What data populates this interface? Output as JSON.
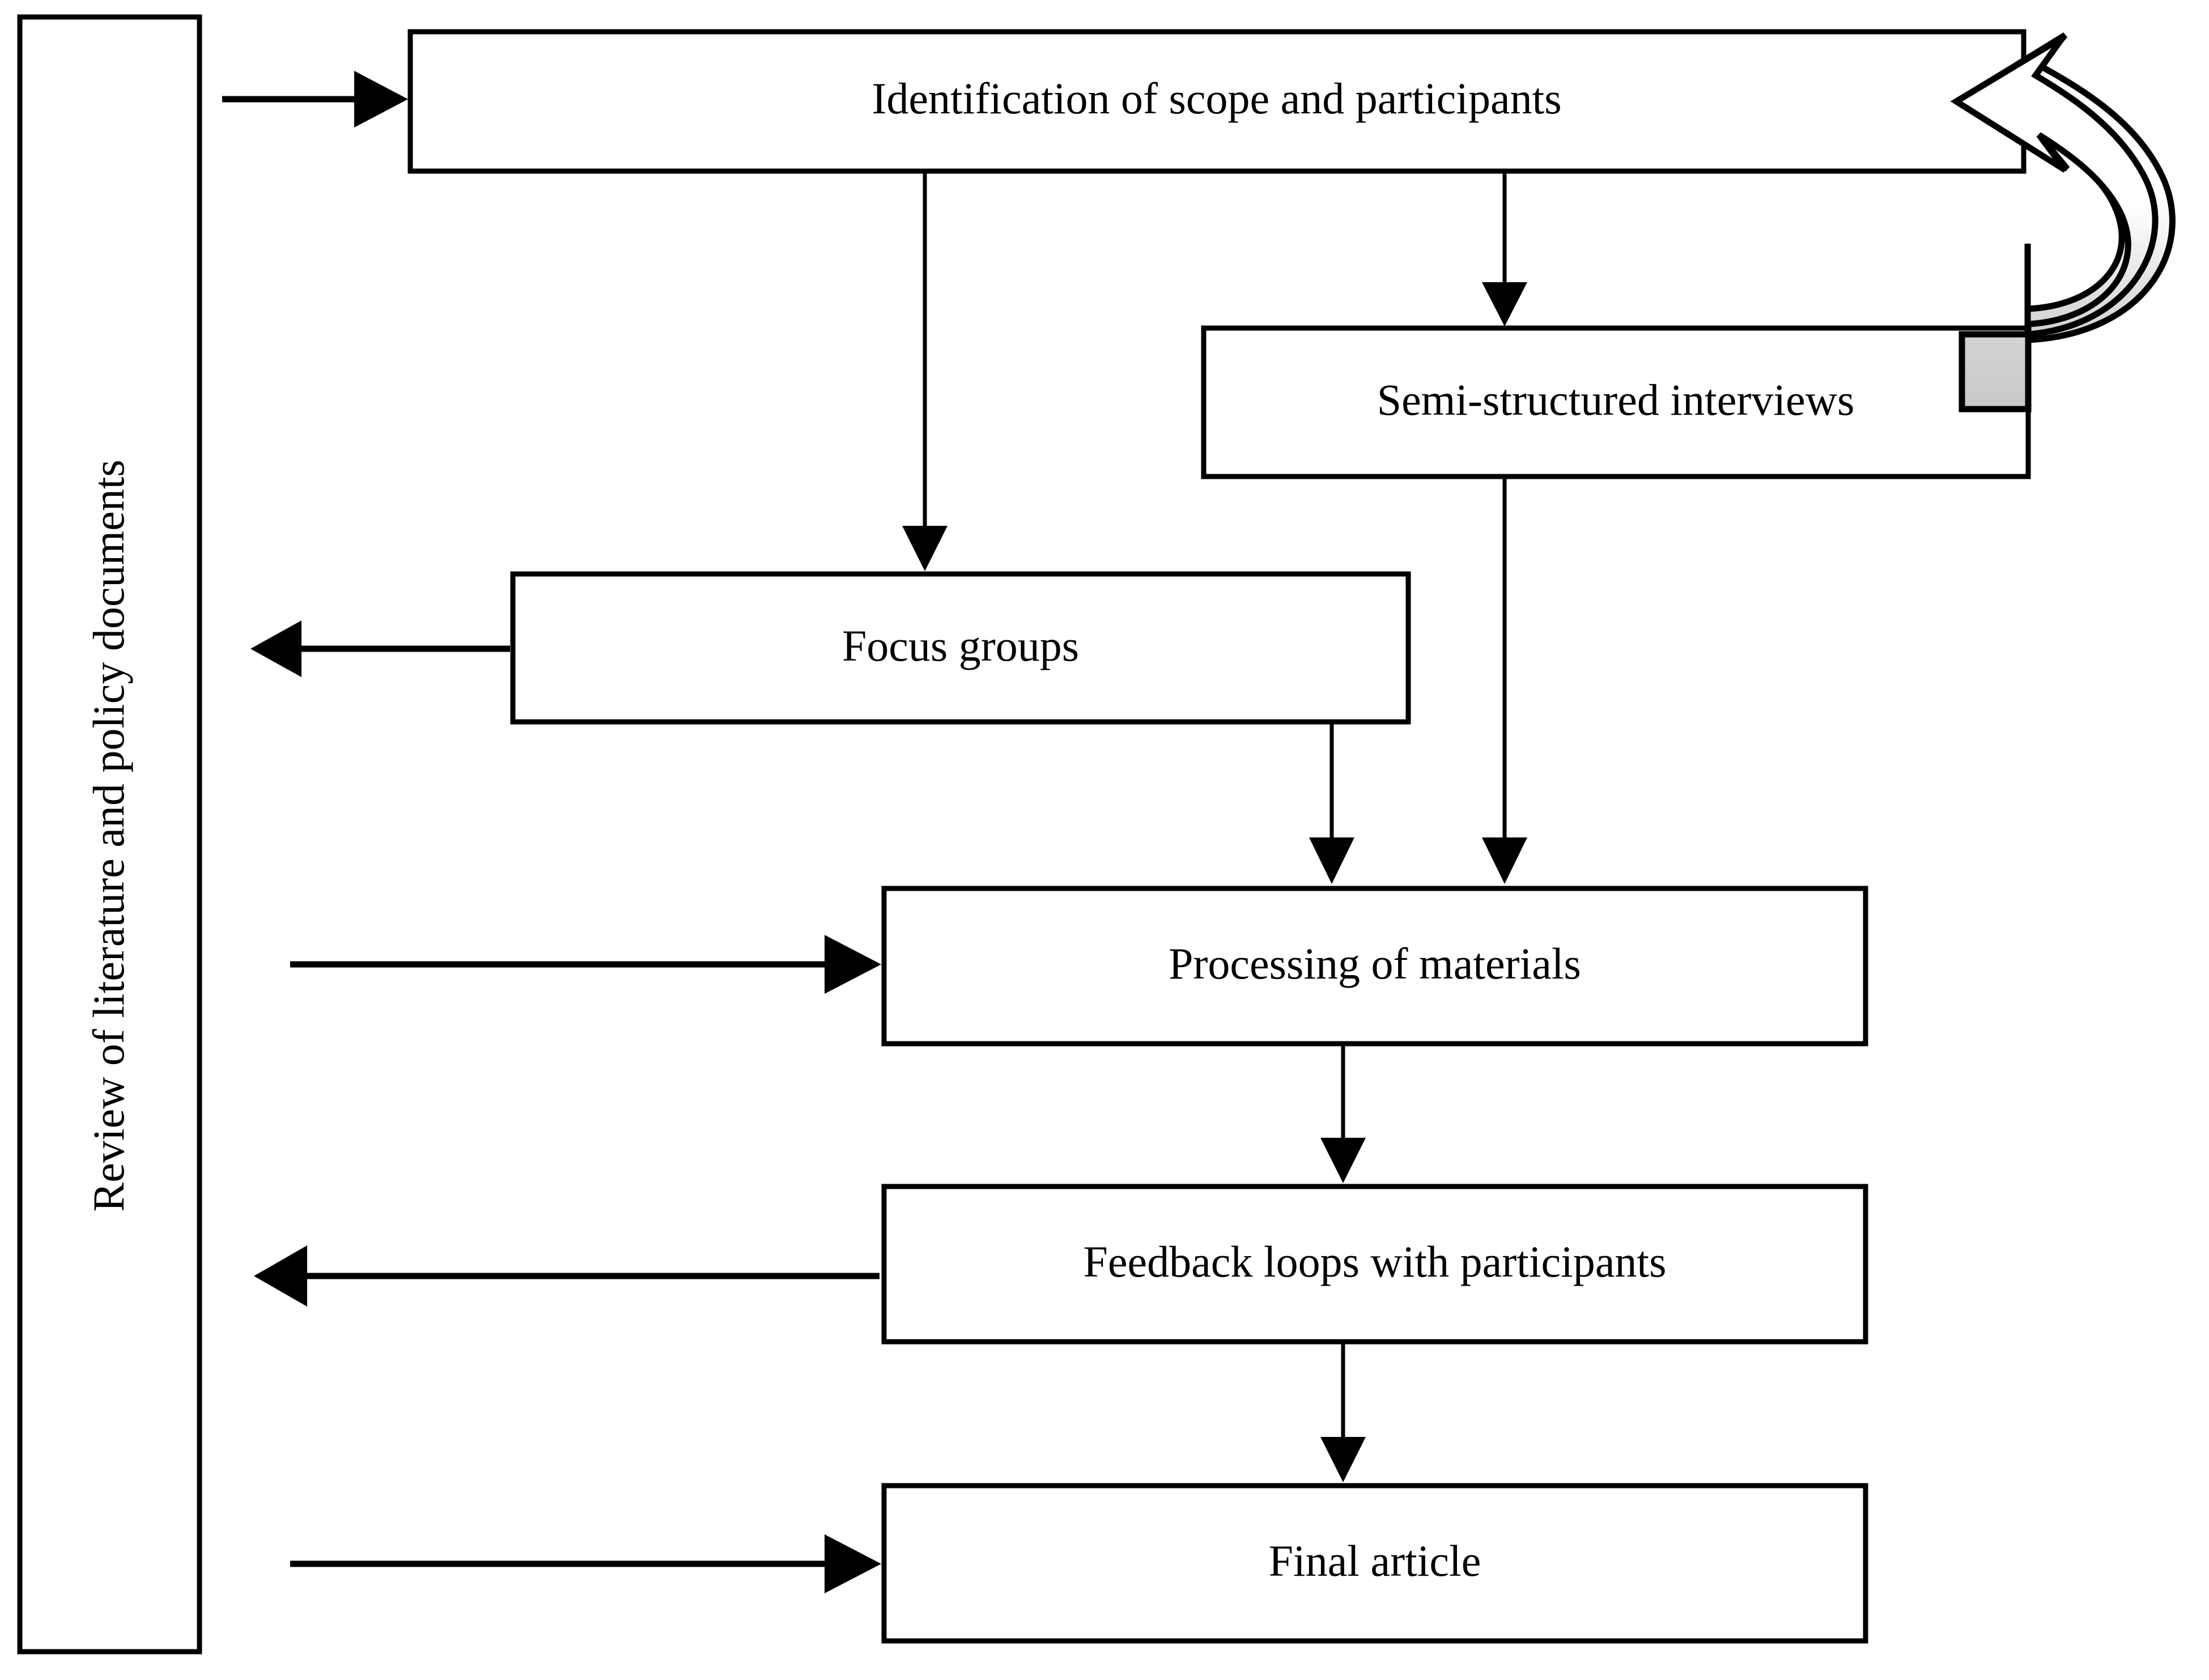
{
  "figure": {
    "type": "flowchart",
    "orientation": "top-to-bottom",
    "background_color": "#ffffff",
    "line_color": "#000000",
    "loop_arrow_fill": "#cccccc"
  },
  "nodes": {
    "review": {
      "id": "review-of-literature",
      "label": "Review of literature and policy documents",
      "shape": "rectangle",
      "orientation": "vertical",
      "text_rotation_deg": -90
    },
    "identification": {
      "id": "identification-of-scope",
      "label": "Identification of scope and participants",
      "shape": "rectangle"
    },
    "interviews": {
      "id": "semi-structured-interviews",
      "label": "Semi-structured interviews",
      "shape": "rectangle"
    },
    "focus_groups": {
      "id": "focus-groups",
      "label": "Focus groups",
      "shape": "rectangle"
    },
    "processing": {
      "id": "processing-of-materials",
      "label": "Processing of materials",
      "shape": "rectangle"
    },
    "feedback": {
      "id": "feedback-loops",
      "label": "Feedback loops with participants",
      "shape": "rectangle"
    },
    "final": {
      "id": "final-article",
      "label": "Final article",
      "shape": "rectangle"
    }
  },
  "edges": [
    {
      "id": "review-to-identification",
      "from": "review",
      "to": "identification",
      "direction": "right",
      "style": "straight"
    },
    {
      "id": "identification-to-focus-groups",
      "from": "identification",
      "to": "focus_groups",
      "direction": "down",
      "style": "straight"
    },
    {
      "id": "identification-to-interviews",
      "from": "identification",
      "to": "interviews",
      "direction": "down",
      "style": "straight"
    },
    {
      "id": "interviews-to-identification-loop",
      "from": "interviews",
      "to": "identification",
      "direction": "curved-up-left",
      "style": "curved-block-arrow"
    },
    {
      "id": "focus-groups-to-review",
      "from": "focus_groups",
      "to": "review",
      "direction": "left",
      "style": "straight"
    },
    {
      "id": "focus-groups-to-processing",
      "from": "focus_groups",
      "to": "processing",
      "direction": "down",
      "style": "straight"
    },
    {
      "id": "interviews-to-processing",
      "from": "interviews",
      "to": "processing",
      "direction": "down",
      "style": "straight"
    },
    {
      "id": "review-to-processing",
      "from": "review",
      "to": "processing",
      "direction": "right",
      "style": "straight"
    },
    {
      "id": "processing-to-feedback",
      "from": "processing",
      "to": "feedback",
      "direction": "down",
      "style": "straight"
    },
    {
      "id": "feedback-to-review",
      "from": "feedback",
      "to": "review",
      "direction": "left",
      "style": "straight"
    },
    {
      "id": "feedback-to-final",
      "from": "feedback",
      "to": "final",
      "direction": "down",
      "style": "straight"
    },
    {
      "id": "review-to-final",
      "from": "review",
      "to": "final",
      "direction": "right",
      "style": "straight"
    }
  ]
}
